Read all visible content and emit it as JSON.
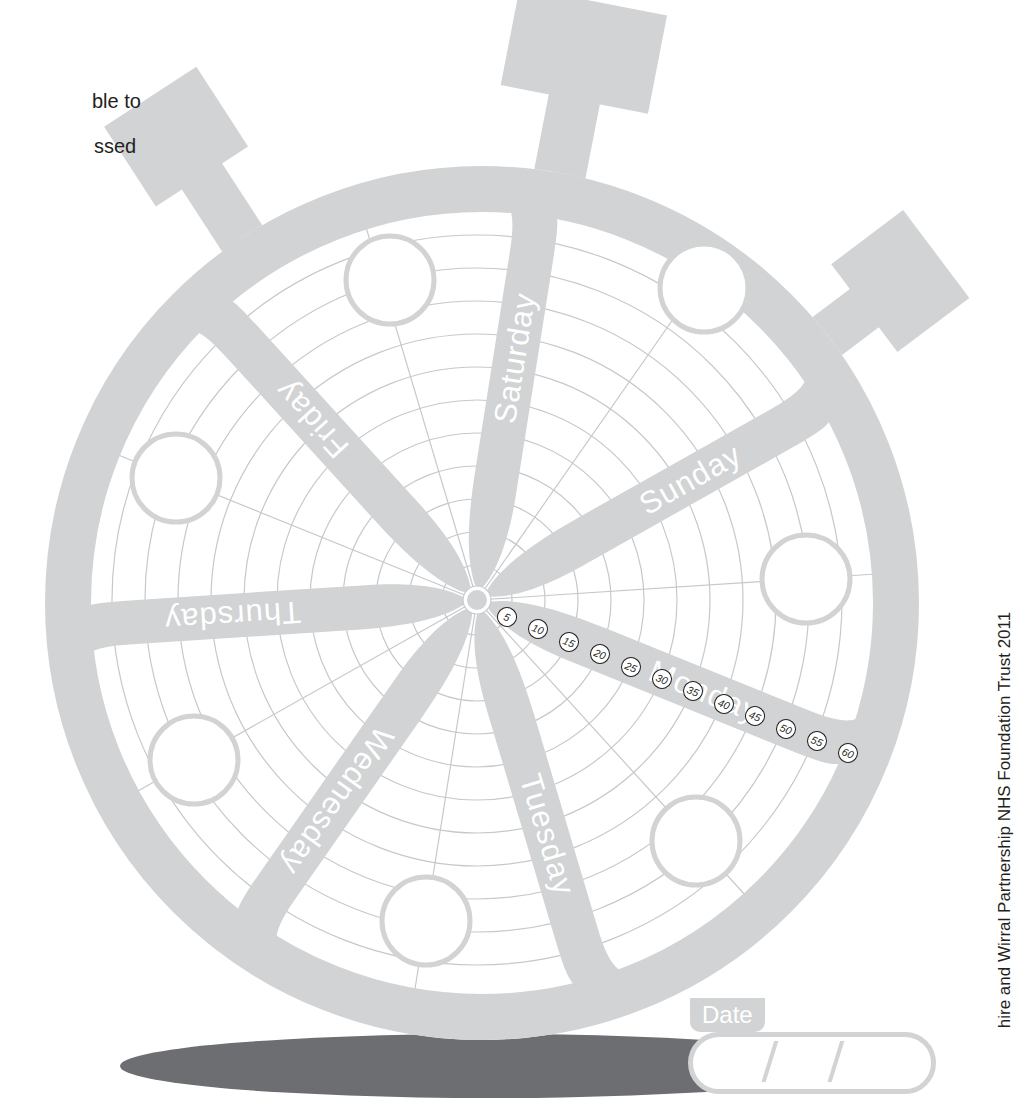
{
  "diagram": {
    "nodes": [
      {
        "text": [
          "Saturday"
        ]
      },
      {
        "text": [
          "Friday"
        ]
      },
      {
        "text": [
          "Sunday"
        ]
      },
      {
        "text": [
          "Thursday"
        ]
      },
      {
        "text": [
          "Monday"
        ]
      },
      {
        "text": [
          "Wednesday"
        ]
      },
      {
        "text": [
          "Tuesday"
        ]
      },
      {
        "text": [
          "Date",
          "/",
          "/"
        ]
      }
    ],
    "labels": [
      "ble to",
      "ssed",
      "5",
      "10",
      "15",
      "20",
      "25",
      "30",
      "35",
      "40",
      "45",
      "50",
      "55",
      "60",
      "hire and Wirral Partnership NHS Foundation Trust 2011"
    ]
  }
}
